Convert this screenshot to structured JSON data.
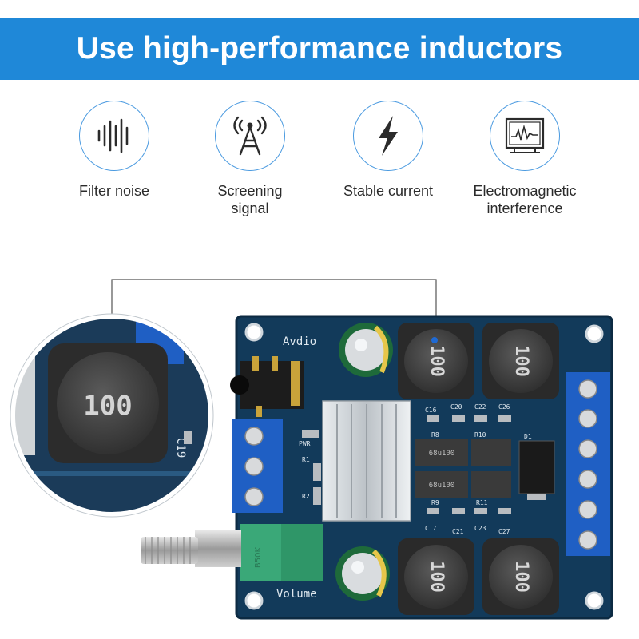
{
  "banner": {
    "title": "Use high-performance inductors"
  },
  "features": [
    {
      "label": "Filter noise",
      "icon": "sound-wave-icon"
    },
    {
      "label": "Screening\nsignal",
      "icon": "signal-tower-icon"
    },
    {
      "label": "Stable current",
      "icon": "lightning-bolt-icon"
    },
    {
      "label": "Electromagnetic\ninterference",
      "icon": "oscilloscope-icon"
    }
  ],
  "board": {
    "zoom_inductor_marking": "100",
    "zoom_label": "C19",
    "silkscreen_audio": "Avdio",
    "silkscreen_volume": "Volume",
    "inductor_marking": "100",
    "ref_c16": "C16",
    "ref_c20": "C20",
    "ref_c22": "C22",
    "ref_c26": "C26",
    "ref_r8": "R8",
    "ref_r10": "R10",
    "ref_d1": "D1",
    "ref_r9": "R9",
    "ref_r11": "R11",
    "ref_c17": "C17",
    "ref_c21": "C21",
    "ref_c23": "C23",
    "ref_c27": "C27",
    "ref_r1": "R1",
    "ref_r2": "R2",
    "ref_pwr": "PWR",
    "chip_marking": "68u100",
    "knob_marking": "B50K"
  },
  "colors": {
    "banner": "#1f88d8",
    "pcb": "#123a5a",
    "terminal": "#1f5fc4",
    "heatsink": "#cfd4d8",
    "potentiometer": "#3aa878"
  }
}
